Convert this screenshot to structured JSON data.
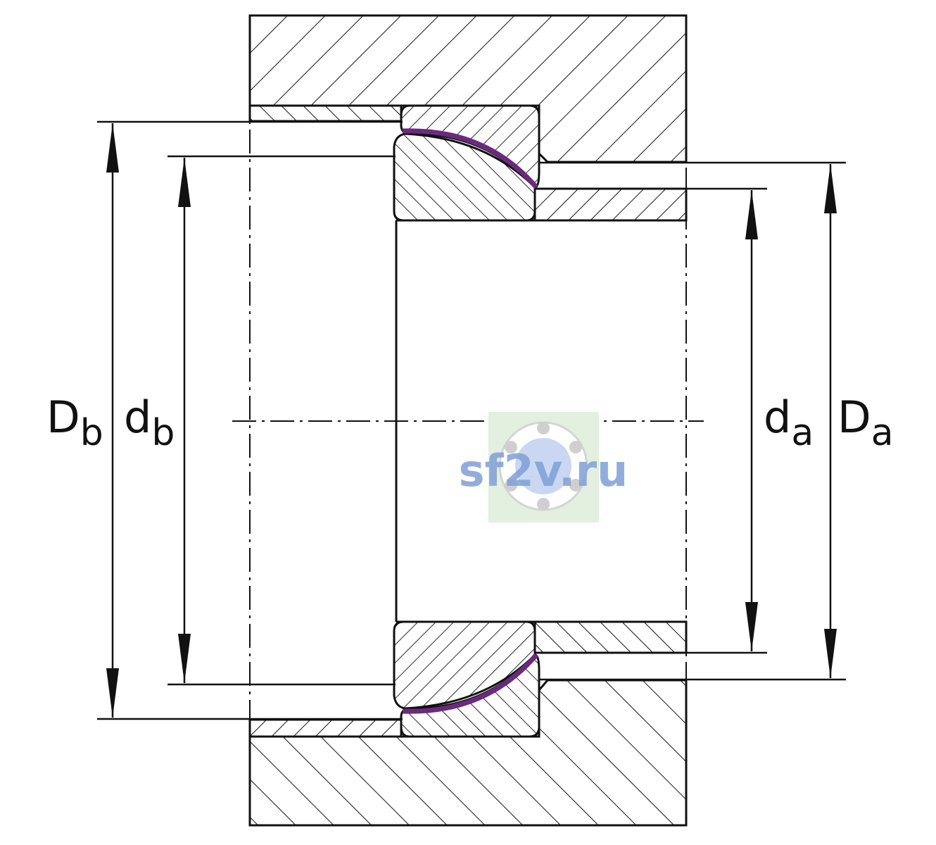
{
  "labels": {
    "Db": {
      "main": "D",
      "sub": "b"
    },
    "db": {
      "main": "d",
      "sub": "b"
    },
    "da": {
      "main": "d",
      "sub": "a"
    },
    "Da": {
      "main": "D",
      "sub": "a"
    }
  },
  "watermark": {
    "text": "sf2v.ru"
  },
  "colors": {
    "line": "#111111",
    "ptfe_liner": "#6b2a7e",
    "watermark_bg": "#e3f0df",
    "watermark_text": "#7f9fd6"
  }
}
